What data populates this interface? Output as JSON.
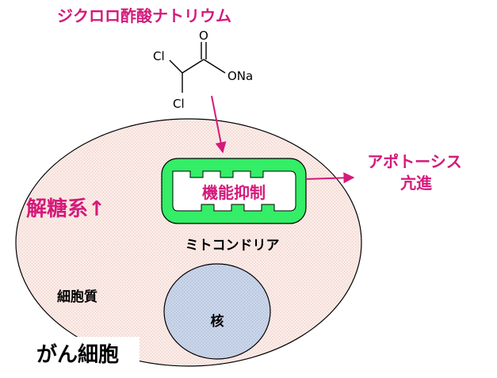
{
  "title": "ジクロロ酢酸ナトリウム",
  "molecule": {
    "atom_o": "O",
    "atom_cl_upper": "Cl",
    "atom_cl_lower": "Cl",
    "atom_ona": "ONa"
  },
  "cell": {
    "label": "がん細胞",
    "cytoplasm_label": "細胞質",
    "nucleus_label": "核",
    "glycolysis_label": "解糖系↑",
    "mitochondria_label": "ミトコンドリア",
    "mitochondria_effect": "機能抑制"
  },
  "outcome": {
    "line1": "アポトーシス",
    "line2": "亢進"
  },
  "colors": {
    "accent": "#d41a7a",
    "cell_fill": "#fbeae6",
    "mito_green": "#33ee66",
    "mito_inner": "#ffffff",
    "nucleus_fill": "#c6d2e6",
    "outline": "#000000"
  }
}
